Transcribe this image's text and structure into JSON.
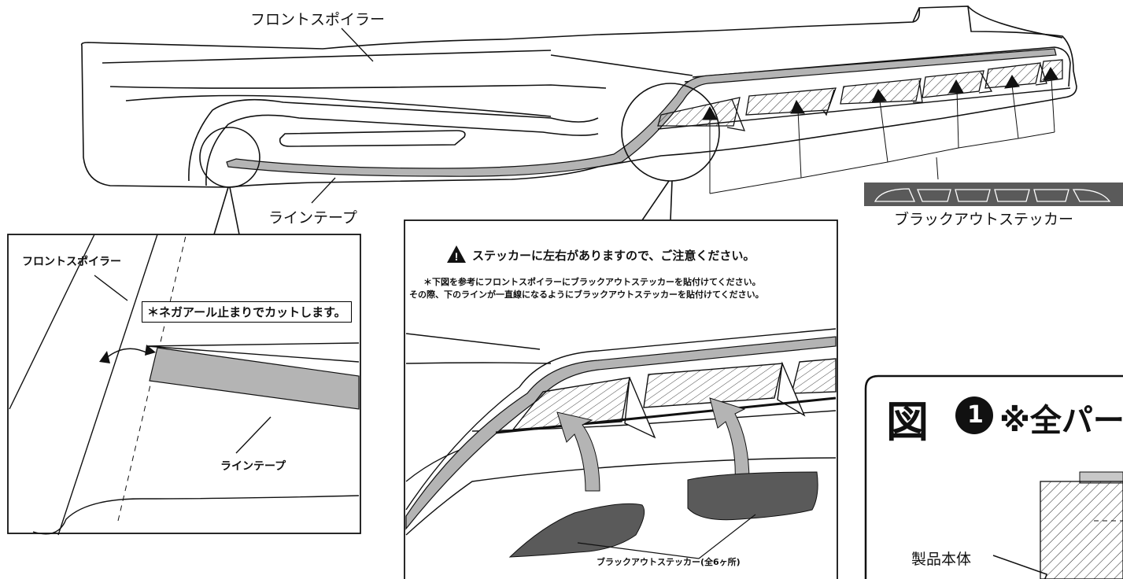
{
  "main_diagram": {
    "label_front_spoiler": "フロントスポイラー",
    "label_line_tape": "ラインテープ",
    "label_blackout_sticker": "ブラックアウトステッカー"
  },
  "detail_left": {
    "label_front_spoiler": "フロントスポイラー",
    "note_cut": "＊ネガアール止まりでカットします。",
    "label_line_tape": "ラインテープ"
  },
  "detail_center": {
    "warning": "ステッカーに左右がありますので、ご注意ください。",
    "instruction_1": "＊下図を参考にフロントスポイラーにブラックアウトステッカーを貼付けてください。",
    "instruction_2": "その際、下のラインが一直線になるようにブラックアウトステッカーを貼付けてください。",
    "label_sticker_count": "ブラックアウトステッカー(全6ヶ所)"
  },
  "figure_panel": {
    "title_kanji": "図",
    "title_number": "1",
    "title_note": "※全パーツ",
    "label_product_body": "製品本体"
  },
  "colors": {
    "tape_gray": "#b4b4b4",
    "sticker_dark": "#5a5a5a",
    "line": "#111111"
  }
}
